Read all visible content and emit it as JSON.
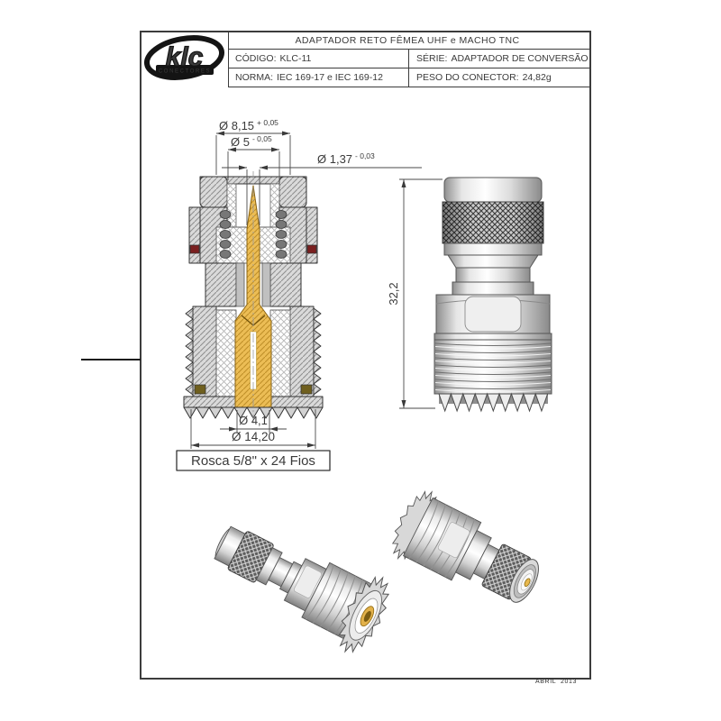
{
  "logo": {
    "brand": "klc",
    "subtitle": "CONECTORES"
  },
  "title_block": {
    "title": "ADAPTADOR RETO FÊMEA UHF  e  MACHO TNC",
    "codigo_label": "CÓDIGO:",
    "codigo_value": "KLC-11",
    "serie_label": "SÉRIE:",
    "serie_value": "ADAPTADOR DE CONVERSÃO",
    "norma_label": "NORMA:",
    "norma_value": "IEC 169-17 e IEC 169-12",
    "peso_label": "PESO DO CONECTOR:",
    "peso_value": "24,82g"
  },
  "dimensions": {
    "top": [
      {
        "value": "Ø 8,15",
        "tolerance": "+ 0,05"
      },
      {
        "value": "Ø 5",
        "tolerance": "- 0,05"
      },
      {
        "value": "Ø 1,37",
        "tolerance": "- 0,03"
      }
    ],
    "bottom": {
      "inner": "Ø 4,1",
      "outer": "Ø 14,20"
    },
    "thread_note": "Rosca 5/8\" x 24 Fios",
    "overall_length": "32,2"
  },
  "footer": {
    "date": "ABRIL  2013"
  },
  "colors": {
    "accent_orange": "#F58220",
    "gold": "#E9B94E",
    "seal_red": "#7A1F1F",
    "line": "#3c3c3c"
  }
}
